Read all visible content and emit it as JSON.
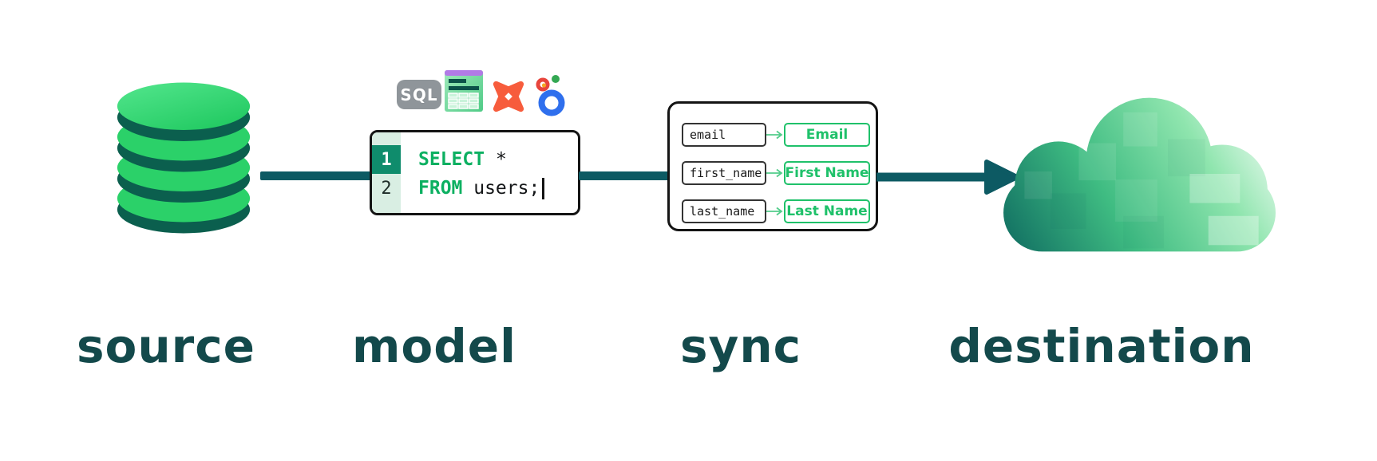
{
  "diagram": {
    "stages": [
      {
        "id": "source",
        "label": "source"
      },
      {
        "id": "model",
        "label": "model"
      },
      {
        "id": "sync",
        "label": "sync"
      },
      {
        "id": "destination",
        "label": "destination"
      }
    ]
  },
  "model": {
    "sql_badge": "SQL",
    "icons": [
      "sql-badge",
      "spreadsheet-icon",
      "dbt-icon",
      "looker-icon"
    ],
    "code": {
      "lines": [
        {
          "number": "1",
          "keyword": "SELECT",
          "rest": " *"
        },
        {
          "number": "2",
          "keyword": "FROM",
          "rest": " users;"
        }
      ]
    }
  },
  "sync": {
    "mappings": [
      {
        "source": "email",
        "destination": "Email"
      },
      {
        "source": "first_name",
        "destination": "First Name"
      },
      {
        "source": "last_name",
        "destination": "Last Name"
      }
    ]
  },
  "colors": {
    "arrow_teal": "#0d5a63",
    "label_teal": "#13494b",
    "keyword_green": "#0cb061",
    "mapping_green": "#1fc16a",
    "gutter_light": "#d9eee3",
    "gutter_highlight": "#0f8c6c",
    "database_green": "#2bd169",
    "database_shadow": "#0b5f4e",
    "dbt_orange": "#f75c3c",
    "looker_blue": "#2f6fed",
    "sql_badge_gray": "#8f959a"
  }
}
